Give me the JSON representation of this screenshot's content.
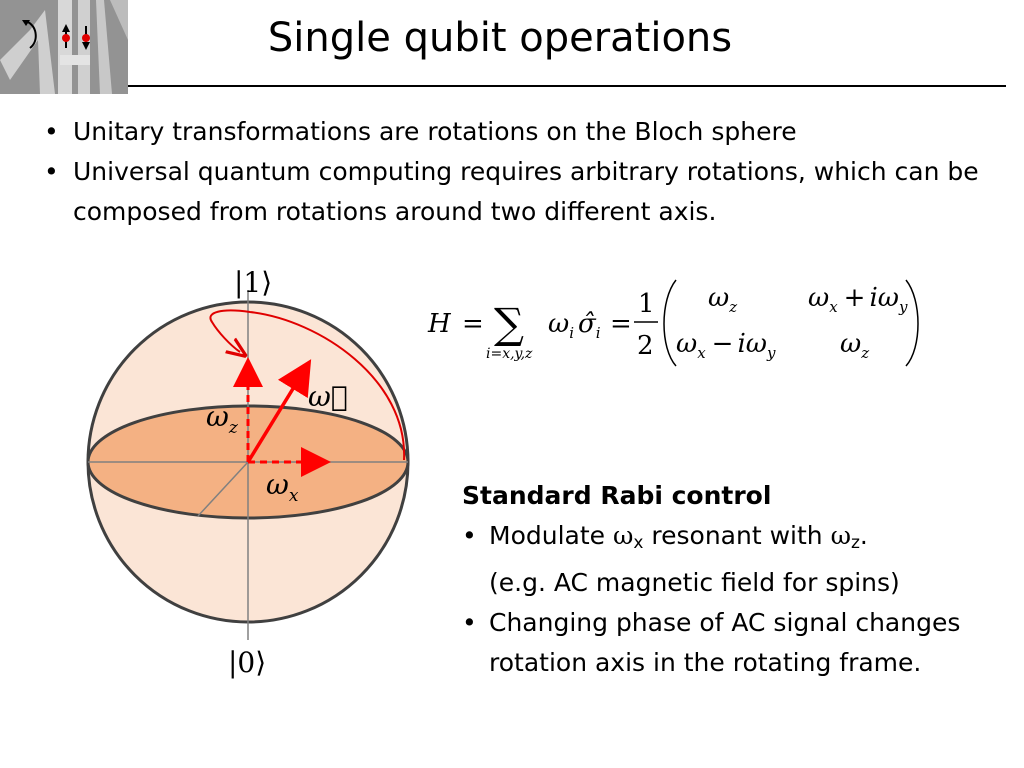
{
  "slide": {
    "title": "Single qubit operations"
  },
  "bullets": [
    "Unitary transformations are rotations on the Bloch sphere",
    "Universal quantum computing requires arbitrary rotations, which can be composed from rotations around two different axis."
  ],
  "bloch": {
    "top_state": "|1⟩",
    "bottom_state": "|0⟩",
    "omega_vec_label": "ω⃗",
    "omega_z_label": "ω",
    "omega_z_sub": "z",
    "omega_x_label": "ω",
    "omega_x_sub": "x",
    "colors": {
      "sphere_fill": "#fbe5d6",
      "equator_fill": "#f4b183",
      "outline": "#404040",
      "arrow": "#ff0000",
      "orbit": "#e00000"
    }
  },
  "formula": {
    "lhs": "H",
    "eq1": "=",
    "sum": "∑",
    "sum_sub": "i=x,y,z",
    "term": "ω",
    "term_sub": "i",
    "sigma": "σ̂",
    "sigma_sub": "i",
    "eq2": "=",
    "frac_num": "1",
    "frac_den": "2",
    "m11": "ω",
    "m11_sub": "z",
    "m12_a": "ω",
    "m12_a_sub": "x",
    "m12_op": "+",
    "m12_b": "iω",
    "m12_b_sub": "y",
    "m21_a": "ω",
    "m21_a_sub": "x",
    "m21_op": "−",
    "m21_b": "iω",
    "m21_b_sub": "y",
    "m22": "ω",
    "m22_sub": "z"
  },
  "rabi": {
    "heading": "Standard Rabi control",
    "item1_pre": "Modulate ",
    "item1_w1": "ω",
    "item1_s1": "x",
    "item1_mid": " resonant with ",
    "item1_w2": "ω",
    "item1_s2": "z",
    "item1_end": ".",
    "item1_line2": "(e.g.  AC magnetic field for spins)",
    "item2": "Changing phase of AC signal changes rotation axis in the rotating frame."
  }
}
